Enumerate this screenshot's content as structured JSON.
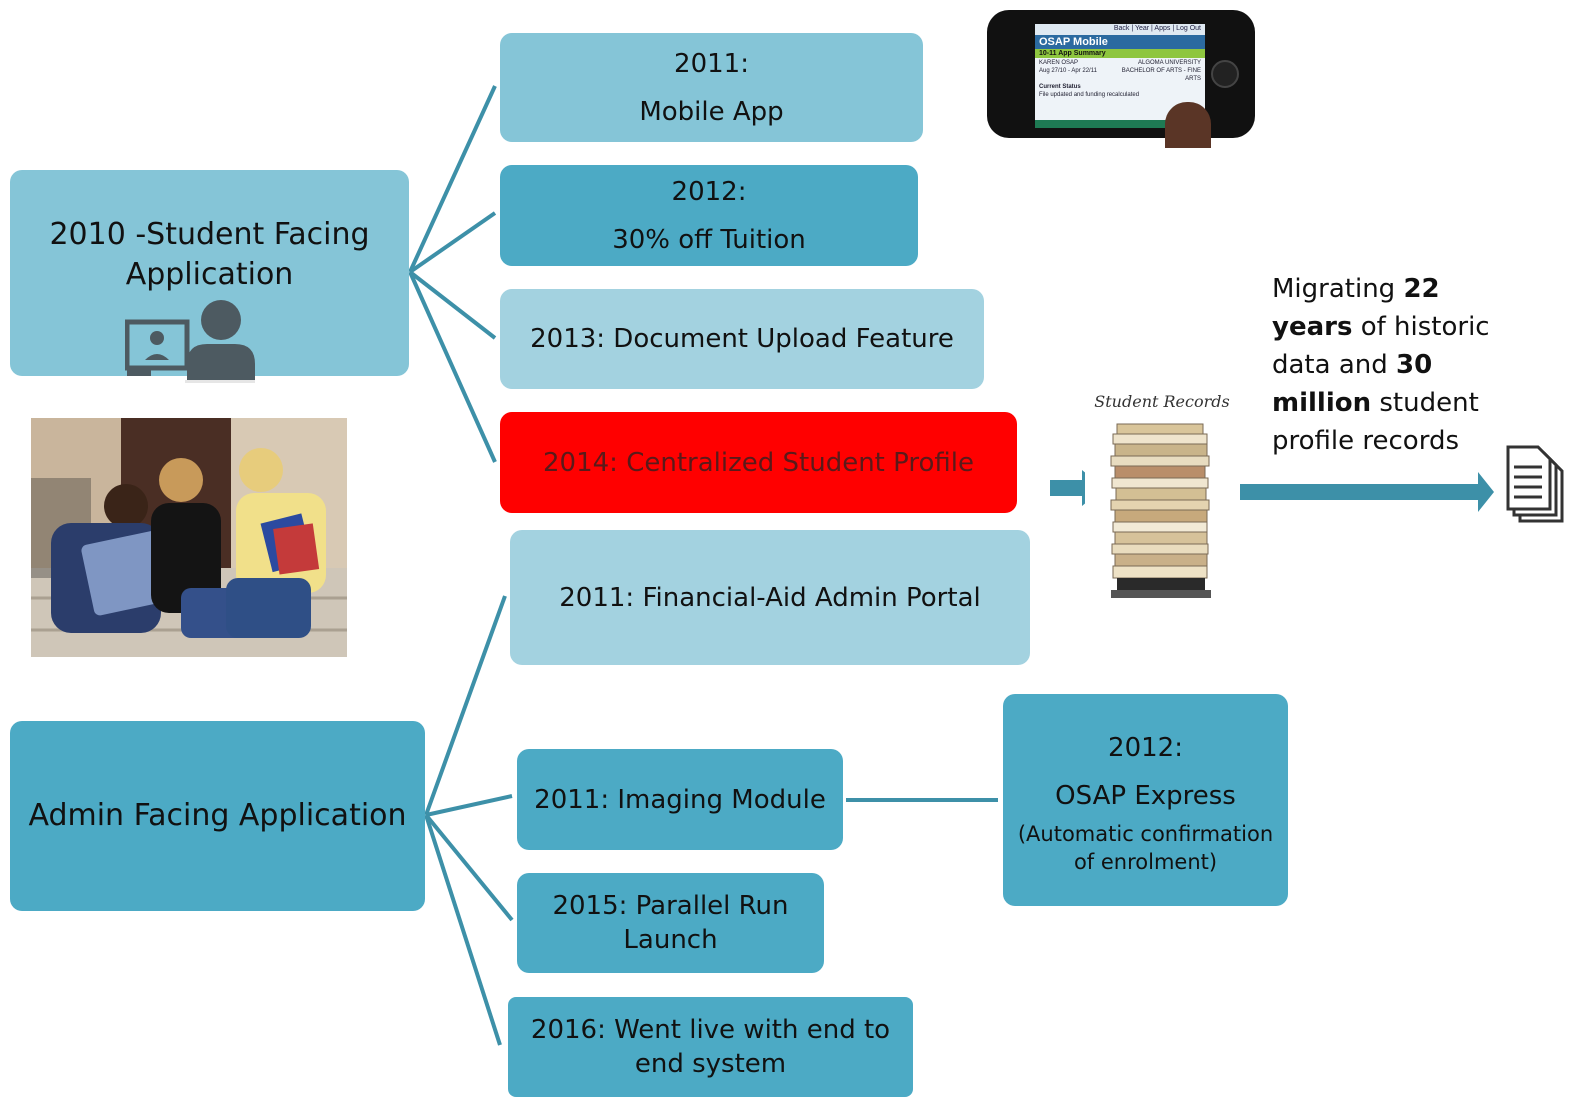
{
  "left_boxes": {
    "student": "2010 -Student Facing Application",
    "admin": "Admin Facing Application"
  },
  "student_items": {
    "mobile_app_year": "2011:",
    "mobile_app_label": "Mobile App",
    "tuition_year": "2012:",
    "tuition_label": "30% off Tuition",
    "upload": "2013: Document Upload Feature",
    "profile": "2014: Centralized Student Profile"
  },
  "admin_items": {
    "portal": "2011: Financial-Aid Admin Portal",
    "imaging": "2011: Imaging Module",
    "parallel": "2015: Parallel Run Launch",
    "live": "2016: Went live with end to end system"
  },
  "osap_express": {
    "year": "2012:",
    "title": "OSAP Express",
    "detail": "(Automatic confirmation of enrolment)"
  },
  "migration_note": {
    "p1": "Migrating ",
    "b1": "22 years",
    "p2": " of historic data and ",
    "b2": "30 million",
    "p3": " student profile records"
  },
  "records_label": "Student Records",
  "phone_screen": {
    "nav": "Back | Year | Apps | Log Out",
    "title": "OSAP Mobile",
    "summary": "10-11 App Summary",
    "name": "KAREN OSAP",
    "school": "ALGOMA UNIVERSITY",
    "dates": "Aug 27/10 - Apr 22/11",
    "program": "BACHELOR OF ARTS - FINE ARTS",
    "status_label": "Current Status",
    "status": "File updated and funding recalculated"
  },
  "colors": {
    "connector": "#3d90a8",
    "light": "#85c5d7",
    "mid": "#4caac5",
    "highlight": "#ff0000"
  }
}
